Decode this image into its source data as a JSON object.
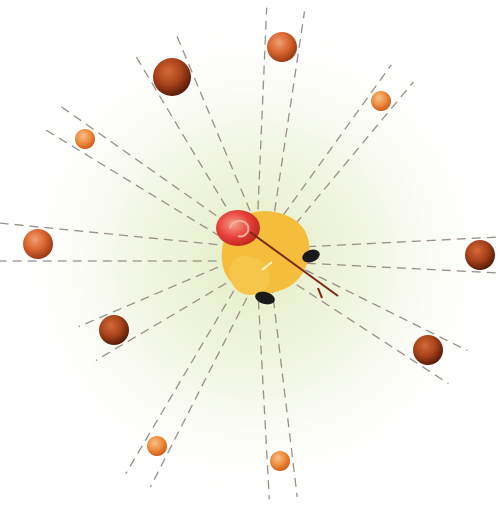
{
  "colors": {
    "background": "#ffffff",
    "glow_center": "#eef3d6",
    "dash_line": "#9a8f86",
    "large_sphere_core": "#a8421a",
    "large_sphere_edge": "#5a1c08",
    "small_sphere_core": "#f09a4a",
    "small_sphere_edge": "#d8641c",
    "center_yellow": "#f4be3c",
    "center_red": "#e8403a",
    "center_black": "#1a1a1a"
  },
  "diagram": {
    "outer_spheres": [
      {
        "size": "large",
        "shade": "dark"
      },
      {
        "size": "medium",
        "shade": "medium"
      },
      {
        "size": "small",
        "shade": "light"
      },
      {
        "size": "medium",
        "shade": "dark"
      },
      {
        "size": "medium",
        "shade": "dark"
      },
      {
        "size": "small",
        "shade": "light"
      },
      {
        "size": "small",
        "shade": "light"
      },
      {
        "size": "medium",
        "shade": "dark"
      },
      {
        "size": "medium",
        "shade": "medium"
      },
      {
        "size": "small",
        "shade": "light"
      }
    ]
  }
}
